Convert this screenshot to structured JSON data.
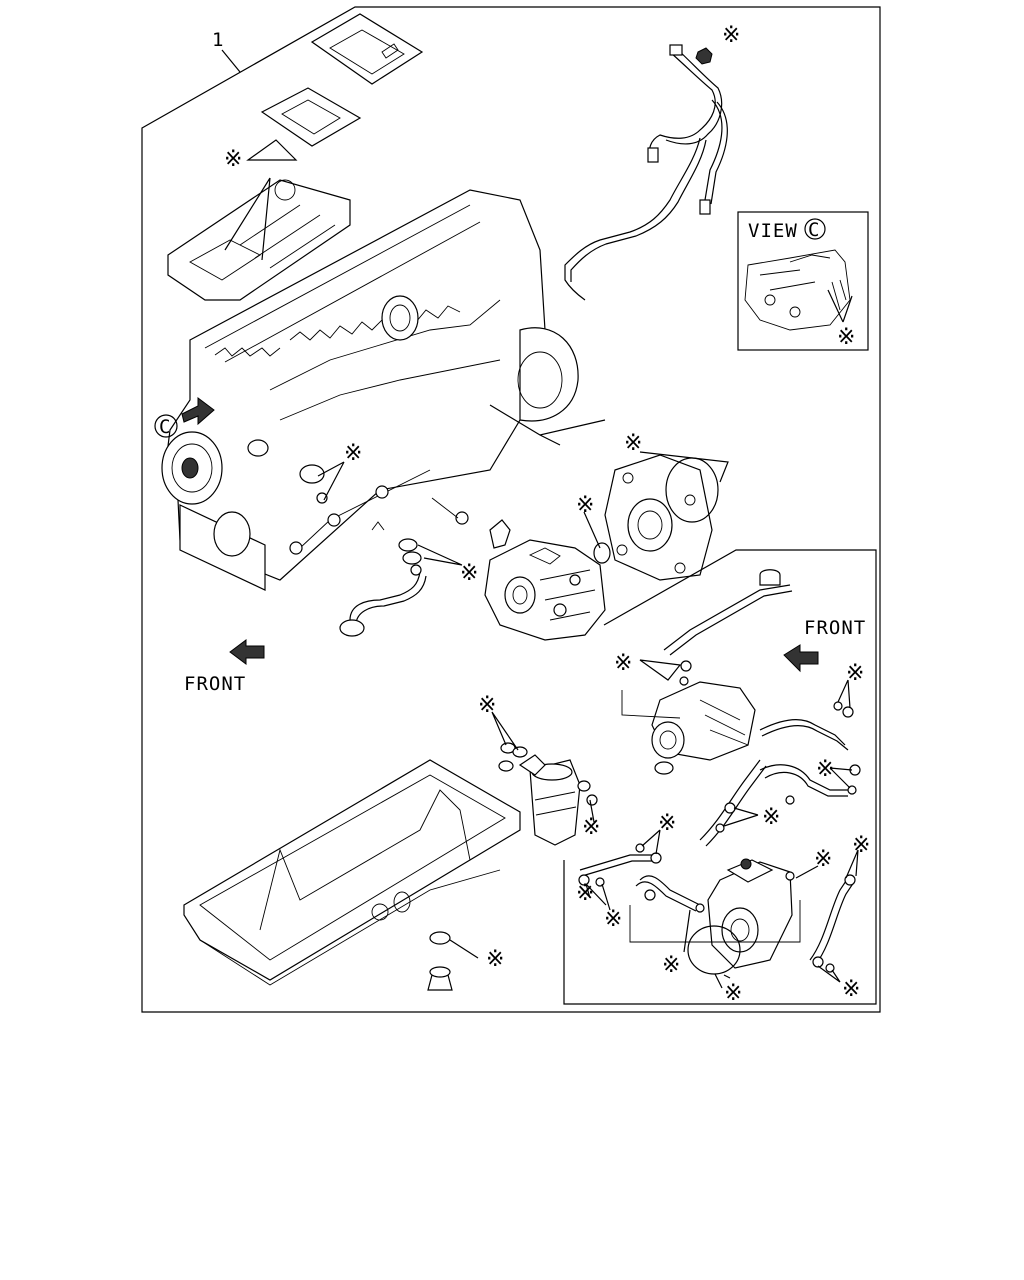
{
  "labels": {
    "item_number": "1",
    "view_title": "VIEW",
    "view_ref": "C",
    "front_main": "FRONT",
    "front_inset": "FRONT",
    "callout_ref": "C",
    "mark": "※"
  }
}
